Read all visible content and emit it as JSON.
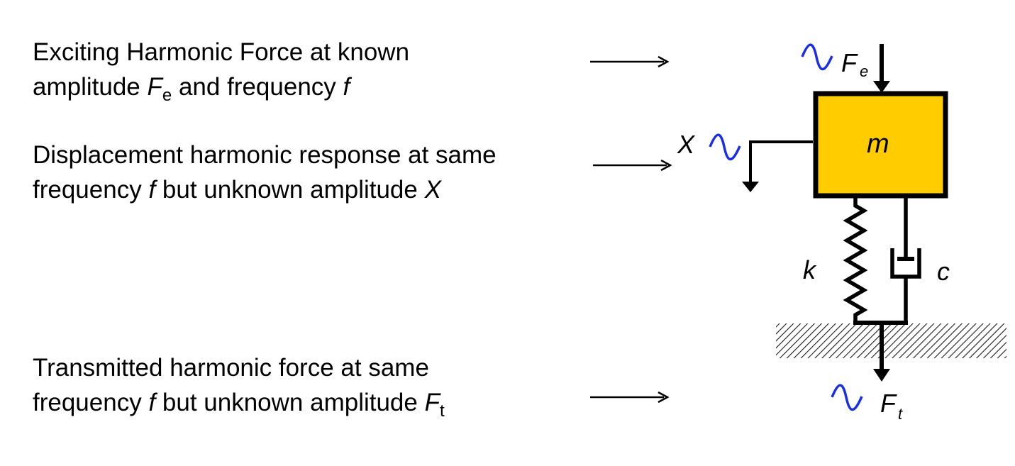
{
  "descriptions": [
    {
      "line1": "Exciting Harmonic Force at known",
      "line2_before": "amplitude ",
      "line2_symbol": "F",
      "line2_sub": "e",
      "line2_middle": " and frequency ",
      "line2_freq": "f"
    },
    {
      "line1": "Displacement harmonic response at same",
      "line2_before": "frequency ",
      "line2_freq": "f",
      "line2_middle": " but unknown  amplitude ",
      "line2_symbol": "X"
    },
    {
      "line1": "Transmitted harmonic force at same",
      "line2_before": "frequency ",
      "line2_freq": "f",
      "line2_middle": " but unknown  amplitude ",
      "line2_symbol": "F",
      "line2_sub": "t"
    }
  ],
  "diagram": {
    "mass_label": "m",
    "spring_label": "k",
    "damper_label": "c",
    "excitation": {
      "symbol": "F",
      "sub": "e"
    },
    "displacement": {
      "symbol": "X"
    },
    "transmitted": {
      "symbol": "F",
      "sub": "t"
    }
  },
  "colors": {
    "mass_fill": "#FFCC00",
    "wave": "#1A2EE6",
    "line": "#000000"
  },
  "icons": [
    "right-arrow-icon",
    "sine-wave-icon",
    "down-arrow-icon"
  ]
}
